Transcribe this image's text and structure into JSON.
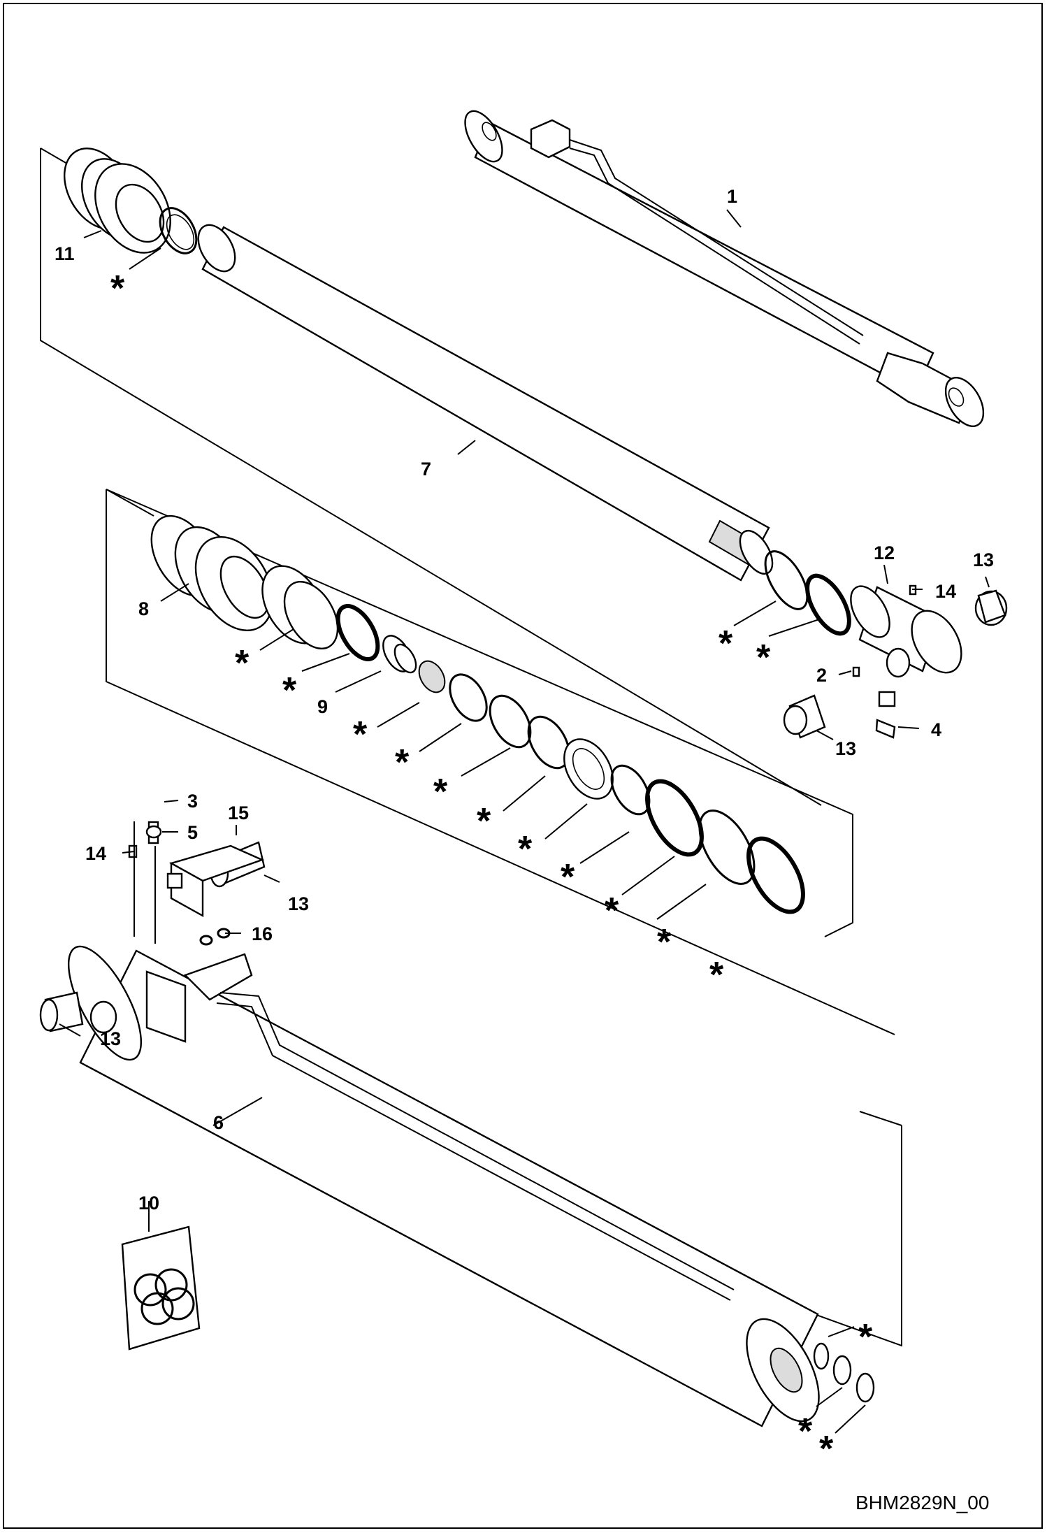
{
  "drawing_code": "BHM2829N_00",
  "seal_marker": "*",
  "callouts": {
    "c1": "1",
    "c2": "2",
    "c3": "3",
    "c4": "4",
    "c5": "5",
    "c6": "6",
    "c7": "7",
    "c8": "8",
    "c9": "9",
    "c10": "10",
    "c11": "11",
    "c12": "12",
    "c13": "13",
    "c14": "14",
    "c15": "15",
    "c16": "16"
  }
}
